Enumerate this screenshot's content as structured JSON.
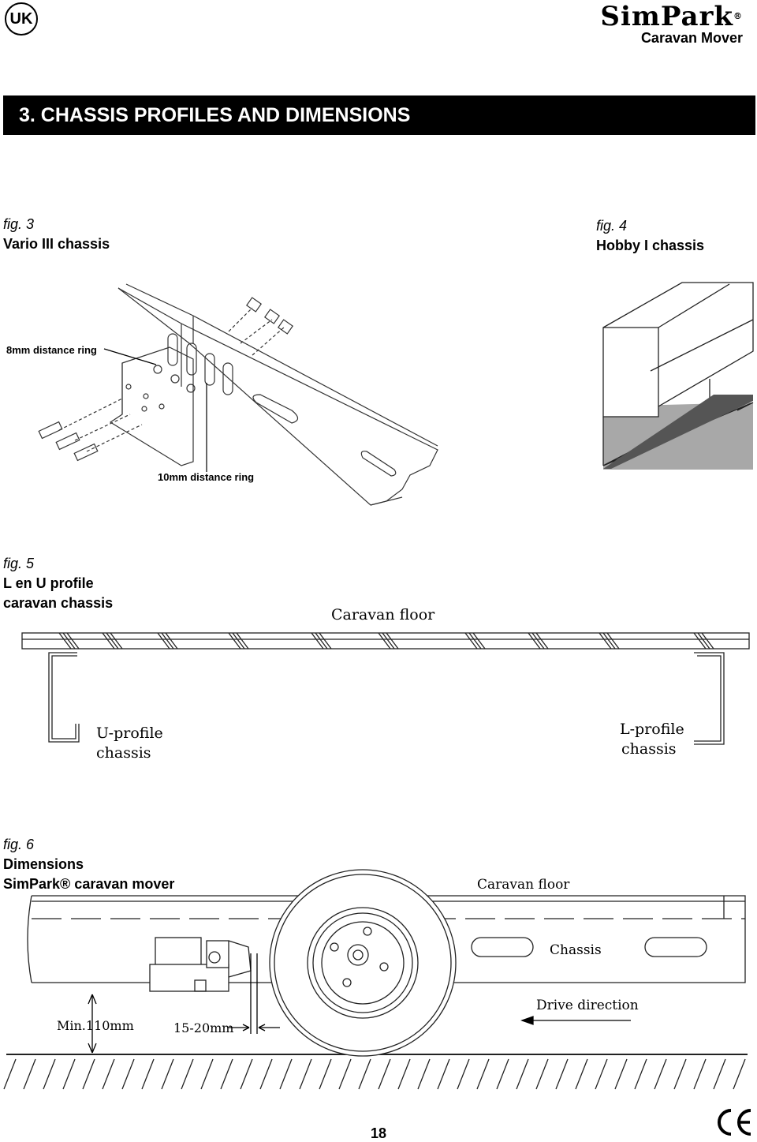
{
  "header": {
    "language_badge": "UK",
    "brand_name": "SimPark",
    "brand_registered": "®",
    "brand_subtitle": "Caravan Mover"
  },
  "section_title": "3. CHASSIS PROFILES AND DIMENSIONS",
  "fig3": {
    "number": "fig. 3",
    "title": "Vario III chassis",
    "callout_top": "8mm distance ring",
    "callout_bottom": "10mm distance ring"
  },
  "fig4": {
    "number": "fig. 4",
    "title": "Hobby I chassis"
  },
  "fig5": {
    "number": "fig. 5",
    "title_line1": "L en U profile",
    "title_line2": "caravan chassis",
    "floor_label": "Caravan floor",
    "u_label_line1": "U-profile",
    "u_label_line2": "chassis",
    "l_label_line1": "L-profile",
    "l_label_line2": "chassis"
  },
  "fig6": {
    "number": "fig. 6",
    "title_line1": "Dimensions",
    "title_line2": "SimPark® caravan mover",
    "floor_label": "Caravan floor",
    "chassis_label": "Chassis",
    "drive_label": "Drive direction",
    "min_label": "Min.110mm",
    "gap_label": "15-20mm"
  },
  "page_number": "18",
  "ce_mark": "CE"
}
